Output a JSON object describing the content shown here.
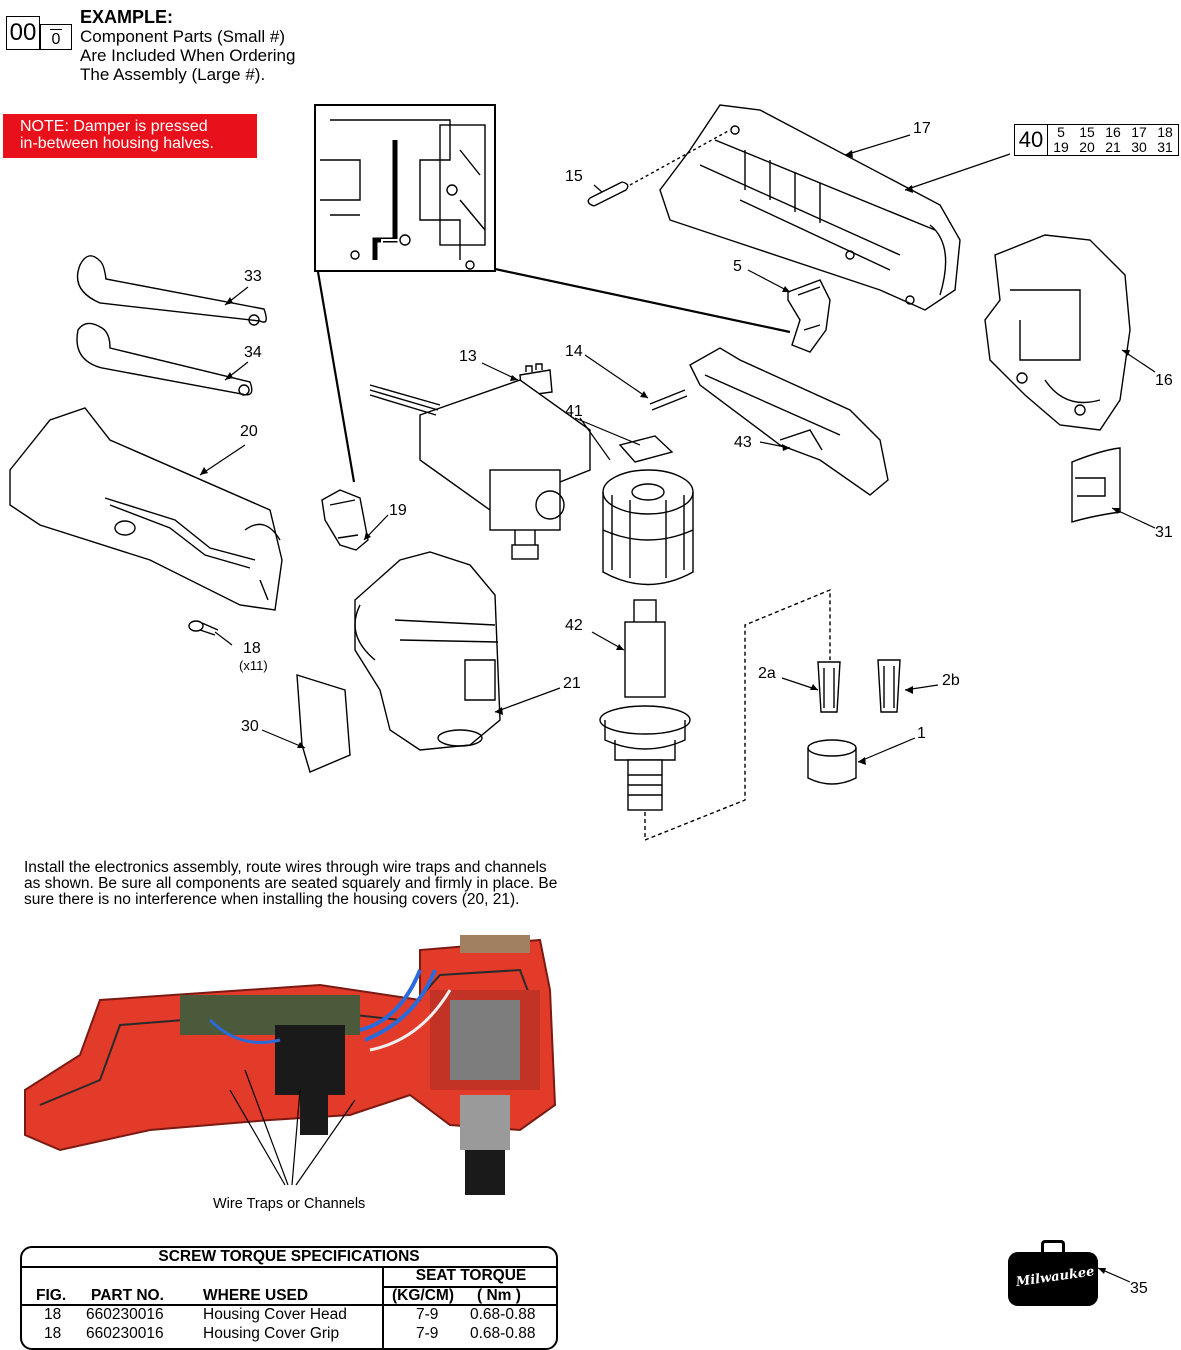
{
  "example": {
    "big_num": "00",
    "small_num": "0",
    "title": "EXAMPLE:",
    "line1": "Component Parts (Small #)",
    "line2": "Are Included When Ordering",
    "line3": "The Assembly (Large #)."
  },
  "note": {
    "line1": "NOTE: Damper is pressed",
    "line2": "in-between housing halves."
  },
  "kit": {
    "number": "40",
    "parts": [
      "5",
      "15",
      "16",
      "17",
      "18",
      "19",
      "20",
      "21",
      "30",
      "31"
    ]
  },
  "callouts": {
    "c17": "17",
    "c15": "15",
    "c5": "5",
    "c33": "33",
    "c34": "34",
    "c16": "16",
    "c20": "20",
    "c13": "13",
    "c14": "14",
    "c41": "41",
    "c43": "43",
    "c31": "31",
    "c19": "19",
    "c18": "18",
    "c18_qty": "(x11)",
    "c42": "42",
    "c2a": "2a",
    "c2b": "2b",
    "c1": "1",
    "c21": "21",
    "c30": "30",
    "c35": "35"
  },
  "instructions": "Install the electronics assembly, route wires through wire traps and channels as shown. Be sure all components are seated squarely and firmly in place. Be sure there is no interference when installing the housing covers (20, 21).",
  "photo_label": "Wire Traps or Channels",
  "torque_table": {
    "title": "SCREW TORQUE SPECIFICATIONS",
    "seat_torque": "SEAT TORQUE",
    "headers": [
      "FIG.",
      "PART NO.",
      "WHERE USED",
      "(KG/CM)",
      "( Nm )"
    ],
    "rows": [
      [
        "18",
        "660230016",
        "Housing Cover Head",
        "7-9",
        "0.68-0.88"
      ],
      [
        "18",
        "660230016",
        "Housing Cover Grip",
        "7-9",
        "0.68-0.88"
      ]
    ]
  },
  "logo_text": "Milwaukee",
  "colors": {
    "housing_red": "#e23b2a",
    "note_red": "#e8111b"
  }
}
